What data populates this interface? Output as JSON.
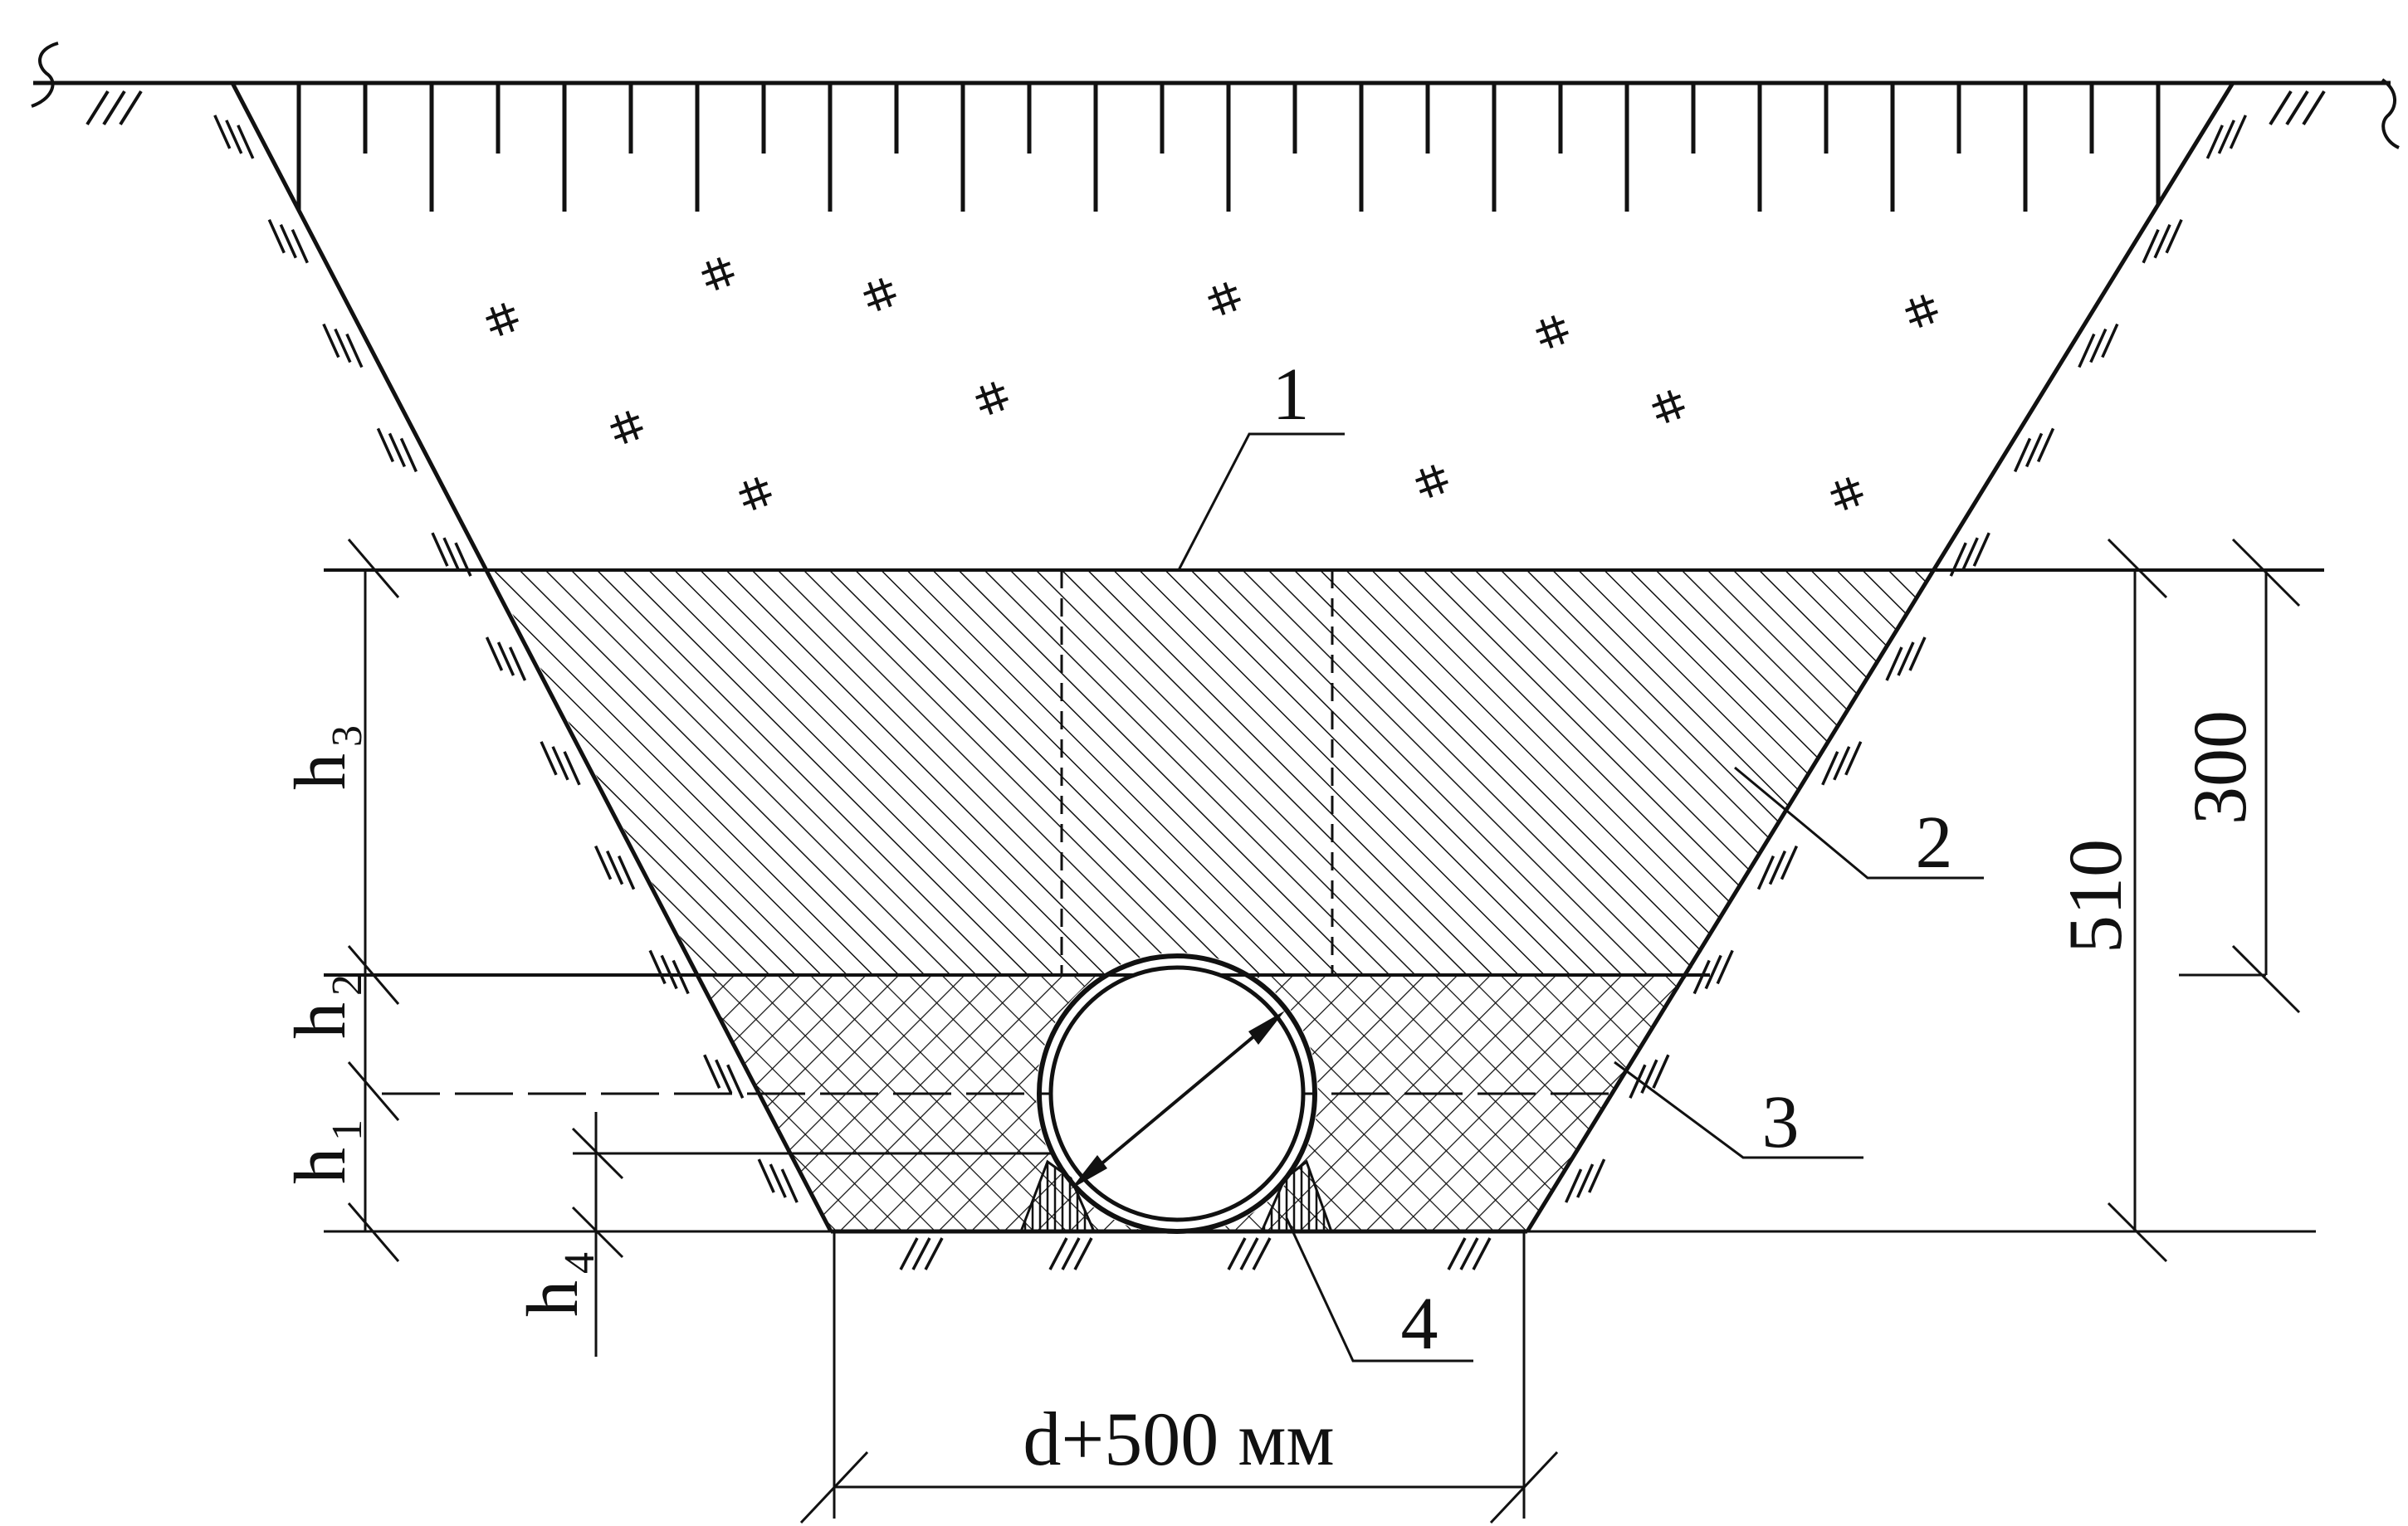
{
  "diagram": {
    "callouts": [
      {
        "id": "1",
        "text": "1"
      },
      {
        "id": "2",
        "text": "2"
      },
      {
        "id": "3",
        "text": "3"
      },
      {
        "id": "4",
        "text": "4"
      }
    ],
    "dimensions": {
      "total_height": "510",
      "upper_zone": "300",
      "bottom_width": "d+500 мм"
    },
    "layer_heights": [
      {
        "id": "h1",
        "base": "h",
        "sub": "1"
      },
      {
        "id": "h2",
        "base": "h",
        "sub": "2"
      },
      {
        "id": "h3",
        "base": "h",
        "sub": "3"
      },
      {
        "id": "h4",
        "base": "h",
        "sub": "4"
      }
    ],
    "colors": {
      "ink": "#111111",
      "paper": "#ffffff"
    }
  }
}
